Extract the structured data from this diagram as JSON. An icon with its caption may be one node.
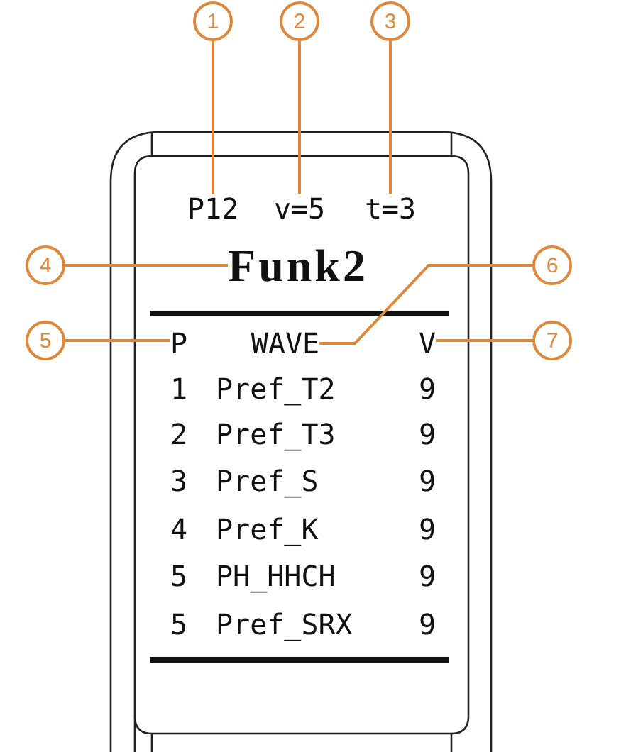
{
  "diagram": {
    "nodes": [
      {
        "text": [
          "1"
        ]
      },
      {
        "text": [
          "2"
        ]
      },
      {
        "text": [
          "3"
        ]
      },
      {
        "text": [
          "4"
        ]
      },
      {
        "text": [
          "5"
        ]
      },
      {
        "text": [
          "6"
        ]
      },
      {
        "text": [
          "7"
        ]
      },
      {
        "text": [
          "P12"
        ]
      },
      {
        "text": [
          "v=5"
        ]
      },
      {
        "text": [
          "t=3"
        ]
      },
      {
        "text": [
          "Funk2"
        ]
      },
      {
        "text": [
          "P"
        ]
      },
      {
        "text": [
          "WAVE"
        ]
      },
      {
        "text": [
          "V"
        ]
      }
    ],
    "edges": [
      {
        "from": 0,
        "to": 7,
        "arrow": "none"
      },
      {
        "from": 1,
        "to": 8,
        "arrow": "none"
      },
      {
        "from": 2,
        "to": 9,
        "arrow": "none"
      },
      {
        "from": 3,
        "to": 10,
        "arrow": "none"
      },
      {
        "from": 4,
        "to": 11,
        "arrow": "none"
      },
      {
        "from": 5,
        "to": 12,
        "arrow": "none"
      },
      {
        "from": 6,
        "to": 13,
        "arrow": "none"
      }
    ],
    "labels": [
      "1",
      "Pref_T2",
      "9",
      "2",
      "Pref_T3",
      "9",
      "3",
      "Pref_S",
      "9",
      "4",
      "Pref_K",
      "9",
      "5",
      "PH_HHCH",
      "9",
      "5",
      "Pref_SRX",
      "9"
    ]
  }
}
